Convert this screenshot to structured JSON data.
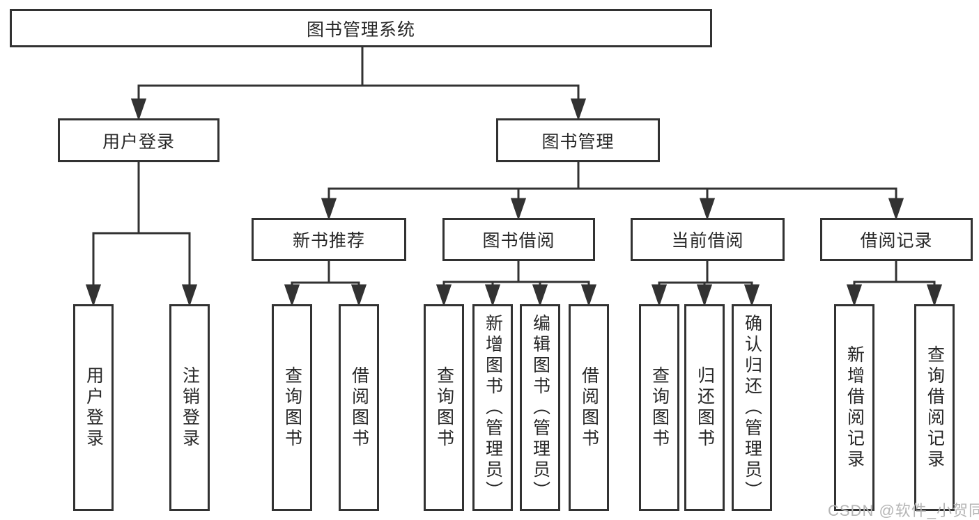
{
  "tree": {
    "root": "图书管理系统",
    "branches": [
      {
        "label": "用户登录",
        "children": [
          "用户登录",
          "注销登录"
        ]
      },
      {
        "label": "图书管理",
        "groups": [
          {
            "label": "新书推荐",
            "children": [
              "查询图书",
              "借阅图书"
            ]
          },
          {
            "label": "图书借阅",
            "children": [
              "查询图书",
              "新增图书（管理员）",
              "编辑图书（管理员）",
              "借阅图书"
            ]
          },
          {
            "label": "当前借阅",
            "children": [
              "查询图书",
              "归还图书",
              "确认归还（管理员）"
            ]
          },
          {
            "label": "借阅记录",
            "children": [
              "新增借阅记录",
              "查询借阅记录"
            ]
          }
        ]
      }
    ]
  },
  "watermark": {
    "text": "CSDN @软件_小贺同学"
  },
  "colors": {
    "line": "#323232",
    "text": "#272727",
    "background": "#ffffff",
    "watermark": "#b5b5b5"
  }
}
